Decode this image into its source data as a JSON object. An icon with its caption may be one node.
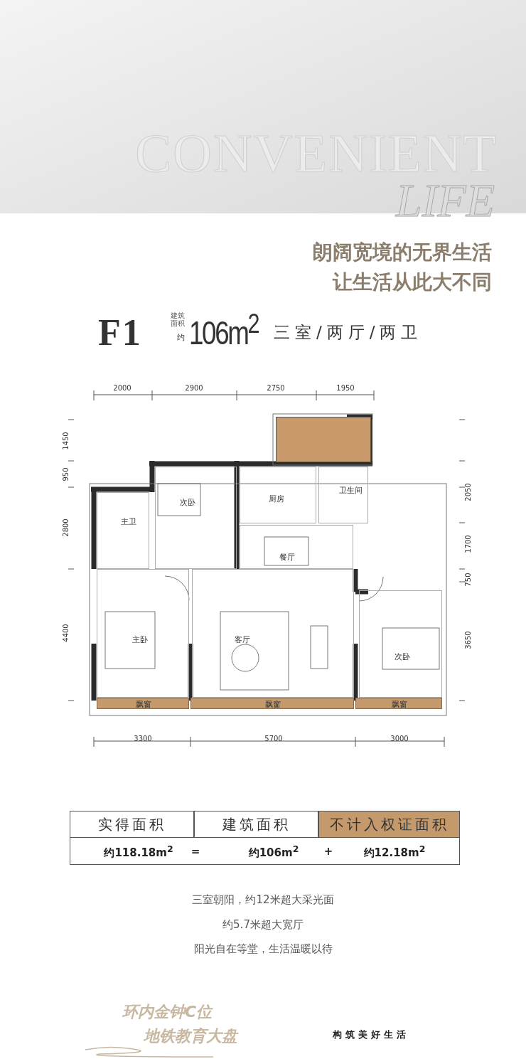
{
  "diagram": {
    "title": "朗阔宽境的无界生活让生活从此大不同",
    "nodes": [
      {
        "text": [],
        "shape": "box"
      },
      {
        "text": [
          "主卫"
        ]
      },
      {
        "text": [
          "次卧"
        ]
      },
      {
        "text": [
          "厨房"
        ]
      },
      {
        "text": [
          "卫生间"
        ]
      },
      {
        "text": [
          "餐厅"
        ]
      },
      {
        "text": [
          "主卧"
        ]
      },
      {
        "text": [
          "客厅"
        ]
      },
      {
        "text": [
          "次卧"
        ]
      },
      {
        "text": [
          "飘窗"
        ]
      },
      {
        "text": [
          "飘窗"
        ]
      },
      {
        "text": [
          "飘窗"
        ]
      }
    ],
    "labels": [
      "CONVENIENT",
      "LIFE",
      "F1",
      "建筑面积",
      "约",
      "106m$^{2}$",
      "三室/两厅/两卫",
      "2000",
      "2900",
      "2750",
      "1950",
      "1450",
      "950",
      "2800",
      "4400",
      "2050",
      "1700",
      "750",
      "3650",
      "3300",
      "5700",
      "3000",
      "实得面积",
      "建筑面积",
      "不计入权证面积",
      "约118.18m$^{2}$",
      "=",
      "约106m$^{2}$",
      "+",
      "约12.18m$^{2}$",
      "三室朝阳，约12米超大采光面",
      "约5.7米超大宽厅",
      "阳光自在等堂，生活温暖以待",
      "环内金钟C位",
      "地铁教育大盘",
      "构筑美好生活"
    ]
  }
}
